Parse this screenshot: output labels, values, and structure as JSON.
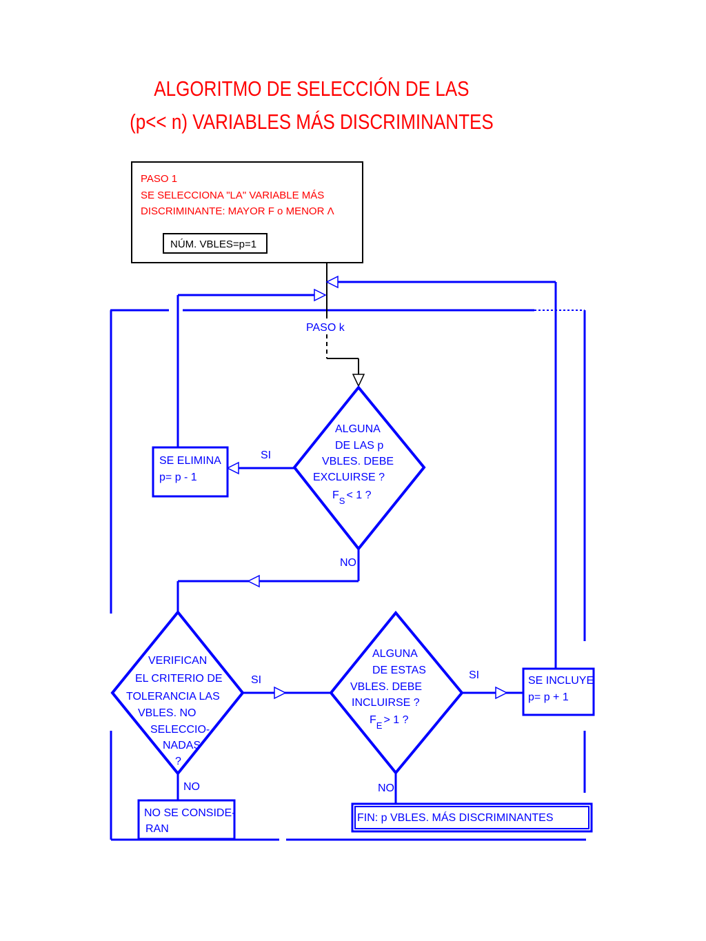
{
  "title": {
    "line1": "ALGORITMO DE SELECCIÓN DE LAS",
    "line2": "(p<< n) VARIABLES MÁS DISCRIMINANTES"
  },
  "step1": {
    "label": "PASO 1",
    "line1": "SE SELECCIONA \"LA\" VARIABLE MÁS",
    "line2": "DISCRIMINANTE:  MAYOR   F  o MENOR Λ",
    "count": "NÚM. VBLES=p=1"
  },
  "step_k": "PASO k",
  "decision_exclude": {
    "lines": [
      "ALGUNA",
      "DE LAS p",
      "VBLES. DEBE",
      "EXCLUIRSE ?"
    ],
    "test_f": "F",
    "test_sub": "S",
    "test_rest": "< 1 ?"
  },
  "eliminate": {
    "line1": "SE ELIMINA",
    "line2": "p= p - 1"
  },
  "decision_tolerance": {
    "lines": [
      "VERIFICAN",
      "EL CRITERIO DE",
      "TOLERANCIA LAS",
      "VBLES. NO",
      "SELECCIO-",
      "NADAS",
      "?"
    ]
  },
  "decision_include": {
    "lines": [
      "ALGUNA",
      "DE  ESTAS",
      "VBLES. DEBE",
      "INCLUIRSE  ?"
    ],
    "test_f": "F",
    "test_sub": "E",
    "test_rest": "> 1 ?"
  },
  "include": {
    "line1": "SE INCLUYE",
    "line2": "p= p + 1"
  },
  "not_considered": {
    "line1": "NO SE CONSIDE-",
    "line2": "RAN"
  },
  "end": "FIN: p VBLES. MÁS DISCRIMINANTES",
  "labels": {
    "si": "SI",
    "no": "NO"
  },
  "colors": {
    "title": "#ff0000",
    "flow": "#0000ff",
    "step1": "#000000"
  }
}
